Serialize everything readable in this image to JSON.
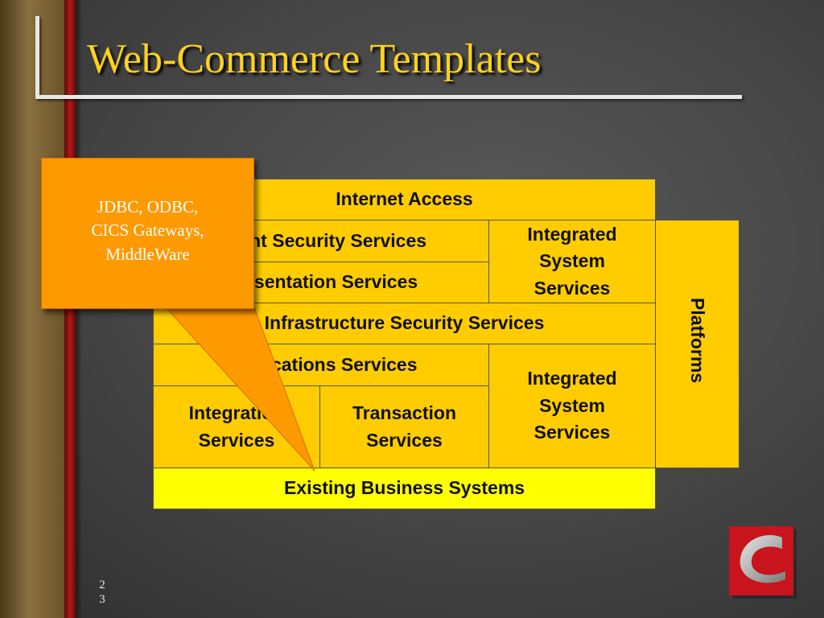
{
  "slide": {
    "title": "Web-Commerce Templates",
    "page_number": "23"
  },
  "diagram": {
    "internet_access": "Internet Access",
    "client_security": "Client Security Services",
    "presentation": "Presentation Services",
    "integrated_system_top": "Integrated\nSystem\nServices",
    "infrastructure_security": "Infrastructure Security Services",
    "applications": "Applications Services",
    "integrated_system_bottom": "Integrated\nSystem\nServices",
    "integration": "Integration\nServices",
    "transaction": "Transaction\nServices",
    "existing_business": "Existing Business Systems",
    "platforms": "Platforms"
  },
  "callout": {
    "text": "JDBC, ODBC,\nCICS Gateways,\nMiddleWare"
  },
  "colors": {
    "title": "#ffd21a",
    "cell": "#ffcc00",
    "cell_light": "#ffff00",
    "callout": "#ff9900",
    "accent_red": "#b01a1a"
  },
  "icons": {
    "logo": "red-c-logo"
  }
}
